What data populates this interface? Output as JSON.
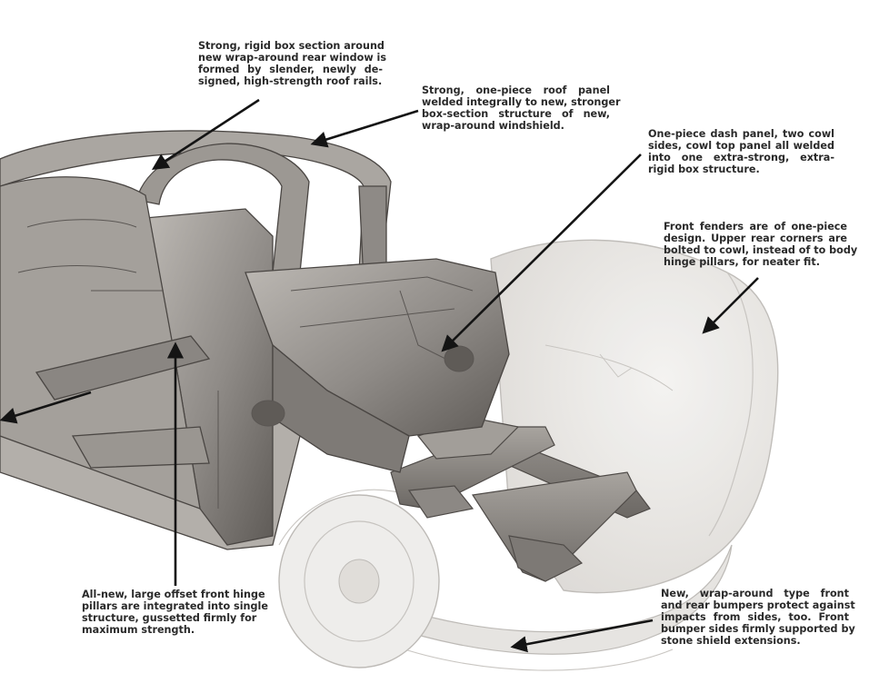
{
  "callouts": [
    {
      "id": "rear-window",
      "lines": [
        "Strong, rigid box section around",
        "new wrap-around rear window is",
        "formed by slender, newly de-",
        "signed, high-strength roof rails."
      ]
    },
    {
      "id": "roof-panel",
      "lines": [
        "Strong, one-piece roof panel",
        "welded integrally to new, stronger",
        "box-section structure of new,",
        "wrap-around windshield."
      ]
    },
    {
      "id": "dash-panel",
      "lines": [
        "One-piece dash panel, two cowl",
        "sides, cowl top panel all welded",
        "into one extra-strong, extra-",
        "rigid box structure."
      ]
    },
    {
      "id": "fenders",
      "lines": [
        "Front fenders are of one-piece",
        "design. Upper rear corners are",
        "bolted to cowl, instead of to body",
        "hinge pillars, for neater fit."
      ]
    },
    {
      "id": "hinge",
      "lines": [
        "All-new, large offset front hinge",
        "pillars are integrated into single",
        "structure, gussetted firmly for",
        "maximum strength."
      ]
    },
    {
      "id": "bumpers",
      "lines": [
        "New, wrap-around type front",
        "and rear bumpers protect against",
        "impacts from sides, too. Front",
        "bumper sides firmly supported by",
        "stone shield extensions."
      ]
    }
  ],
  "colors": {
    "paper": "#ffffff",
    "text": "#2a2a2a",
    "arrow": "#141414",
    "body_steel": "#9a9692",
    "body_shadow": "#5f5b57",
    "body_light": "#cfcbc6",
    "ghost_fender": "#e9e7e4",
    "ghost_line": "#bdbab6",
    "frame": "#8a8683"
  }
}
